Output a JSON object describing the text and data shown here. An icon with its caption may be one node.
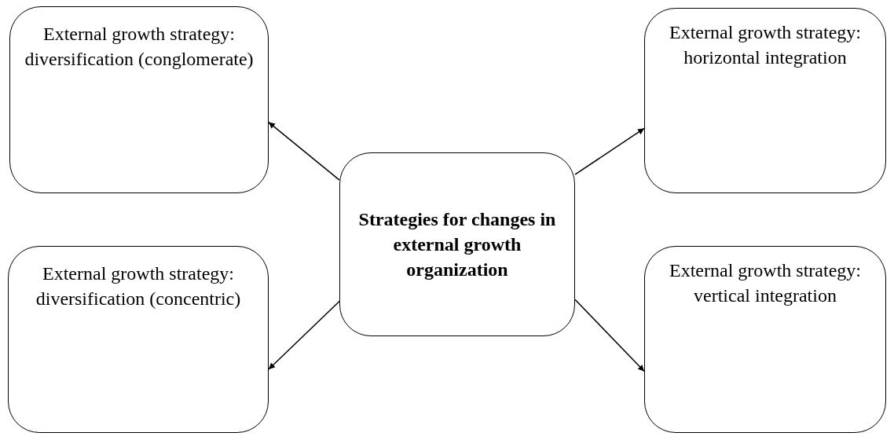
{
  "diagram": {
    "nodes": [
      {
        "text": [
          "External growth strategy: diversification (conglomerate)"
        ]
      },
      {
        "text": [
          "External growth strategy: horizontal integration"
        ]
      },
      {
        "text": [
          "Strategies for changes in external growth organization"
        ]
      },
      {
        "text": [
          "External growth strategy: diversification (concentric)"
        ]
      },
      {
        "text": [
          "External growth strategy: vertical integration"
        ]
      }
    ],
    "edges": [
      {
        "from": 2,
        "to": 0,
        "arrow": "to"
      },
      {
        "from": 2,
        "to": 1,
        "arrow": "to"
      },
      {
        "from": 2,
        "to": 3,
        "arrow": "to"
      },
      {
        "from": 2,
        "to": 4,
        "arrow": "to"
      }
    ]
  }
}
